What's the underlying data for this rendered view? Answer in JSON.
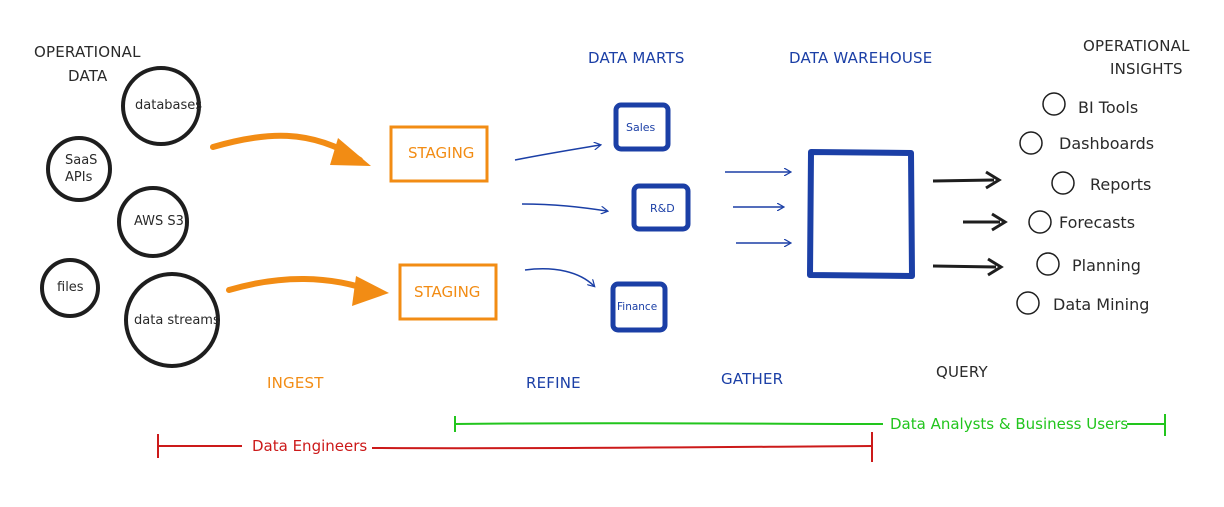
{
  "headers": {
    "operational_data_line1": "OPERATIONAL",
    "operational_data_line2": "DATA",
    "data_marts": "DATA MARTS",
    "data_warehouse": "DATA WAREHOUSE",
    "operational_insights_line1": "OPERATIONAL",
    "operational_insights_line2": "INSIGHTS"
  },
  "sources": [
    {
      "label_lines": [
        "databases"
      ]
    },
    {
      "label_lines": [
        "SaaS",
        "APIs"
      ]
    },
    {
      "label_lines": [
        "AWS S3"
      ]
    },
    {
      "label_lines": [
        "files"
      ]
    },
    {
      "label_lines": [
        "data streams"
      ]
    }
  ],
  "staging": [
    "STAGING",
    "STAGING"
  ],
  "marts": [
    "Sales",
    "R&D",
    "Finance"
  ],
  "insights": [
    "BI Tools",
    "Dashboards",
    "Reports",
    "Forecasts",
    "Planning",
    "Data Mining"
  ],
  "stages": {
    "ingest": "INGEST",
    "refine": "REFINE",
    "gather": "GATHER",
    "query": "QUERY"
  },
  "roles": {
    "engineers": "Data Engineers",
    "analysts": "Data Analysts & Business Users"
  },
  "colors": {
    "orange": "#f28c14",
    "blue": "#1b3fa6",
    "green": "#22c51d",
    "red": "#cc1a1a",
    "dark": "#2a2a2a"
  }
}
